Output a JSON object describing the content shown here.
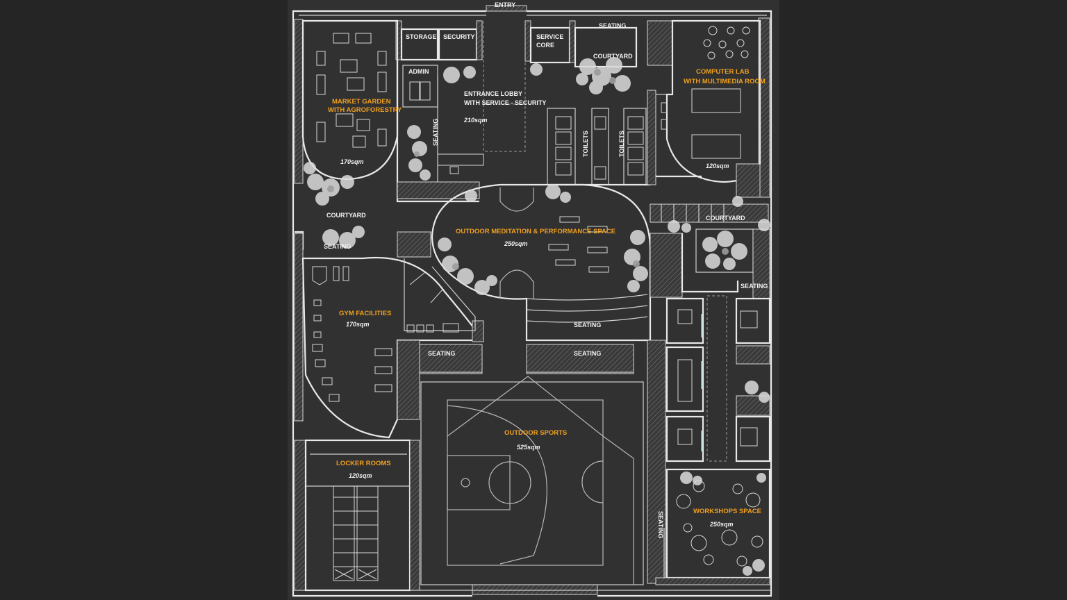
{
  "plan": {
    "entry": "ENTRY",
    "rooms": {
      "storage": "STORAGE",
      "security": "SECURITY",
      "service_core": [
        "SERVICE",
        "CORE"
      ],
      "admin": "ADMIN",
      "lobby": {
        "name": [
          "ENTRANCE LOBBY",
          "WITH SERVICE - SECURITY"
        ],
        "area": "210sqm"
      },
      "market_garden": {
        "name": [
          "MARKET GARDEN",
          "WITH AGROFORESTRY"
        ],
        "area": "170sqm"
      },
      "computer_lab": {
        "name": [
          "COMPUTER LAB",
          "WITH MULTIMEDIA ROOM"
        ],
        "area": "120sqm"
      },
      "meditation": {
        "name": "OUTDOOR MEDITATION & PERFORMANCE SPACE",
        "area": "250sqm"
      },
      "gym": {
        "name": "GYM FACILITIES",
        "area": "170sqm"
      },
      "lockers": {
        "name": "LOCKER ROOMS",
        "area": "120sqm"
      },
      "sports": {
        "name": "OUTDOOR SPORTS",
        "area": "525sqm"
      },
      "workshops": {
        "name": "WORKSHOPS SPACE",
        "area": "250sqm"
      }
    },
    "labels": {
      "seating_top": "SEATING",
      "courtyard_top": "COURTYARD",
      "seating_vertical": "SEATING",
      "toilets_1": "TOILETS",
      "toilets_2": "TOILETS",
      "courtyard_left": "COURTYARD",
      "seating_left": "SEATING",
      "courtyard_right": "COURTYARD",
      "seating_right": "SEATING",
      "seating_arc": "SEATING",
      "seating_bottom_left": "SEATING",
      "seating_bottom_mid": "SEATING",
      "seating_sports_side": "SEATING"
    }
  }
}
